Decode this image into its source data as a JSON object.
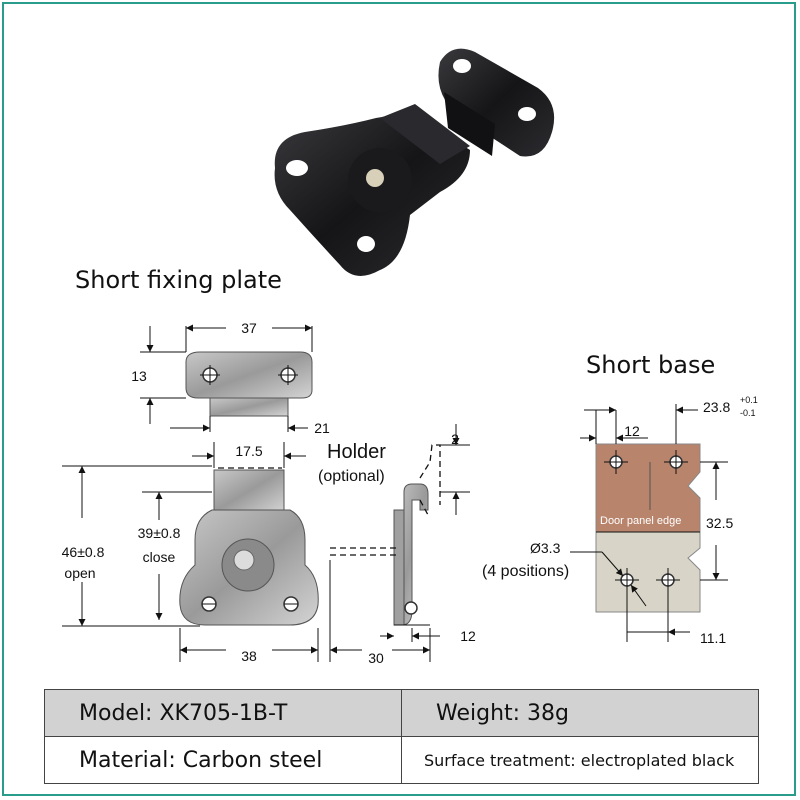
{
  "headings": {
    "fixing_plate": "Short fixing plate",
    "base": "Short base"
  },
  "dimensions": {
    "plate_width": "37",
    "plate_height": "13",
    "strike_width": "21",
    "latch_top_width": "17.5",
    "height_open_value": "46±0.8",
    "height_open_state": "open",
    "height_close_value": "39±0.8",
    "height_close_state": "close",
    "body_width": "38",
    "side_depth": "30",
    "side_offset": "12",
    "holder_gap": "2",
    "base_hole_spacing": "12",
    "base_width_main": "23.8",
    "base_tol_plus": "+0.1",
    "base_tol_minus": "-0.1",
    "base_height": "32.5",
    "hole_diameter": "Ø3.3",
    "hole_count": "(4 positions)",
    "base_bottom_width": "11.1"
  },
  "labels": {
    "holder": "Holder",
    "holder_note": "(optional)",
    "door_panel_edge": "Door panel edge"
  },
  "specs": {
    "model": "Model: XK705-1B-T",
    "weight": "Weight: 38g",
    "material": "Material: Carbon steel",
    "surface": "Surface treatment: electroplated black"
  },
  "colors": {
    "frame_border": "#2a9c8c",
    "door_panel": "#b8846c",
    "base_plate": "#d8d5c8",
    "product_finish": "#1c1c1e",
    "table_header_bg": "#d2d2d2"
  }
}
